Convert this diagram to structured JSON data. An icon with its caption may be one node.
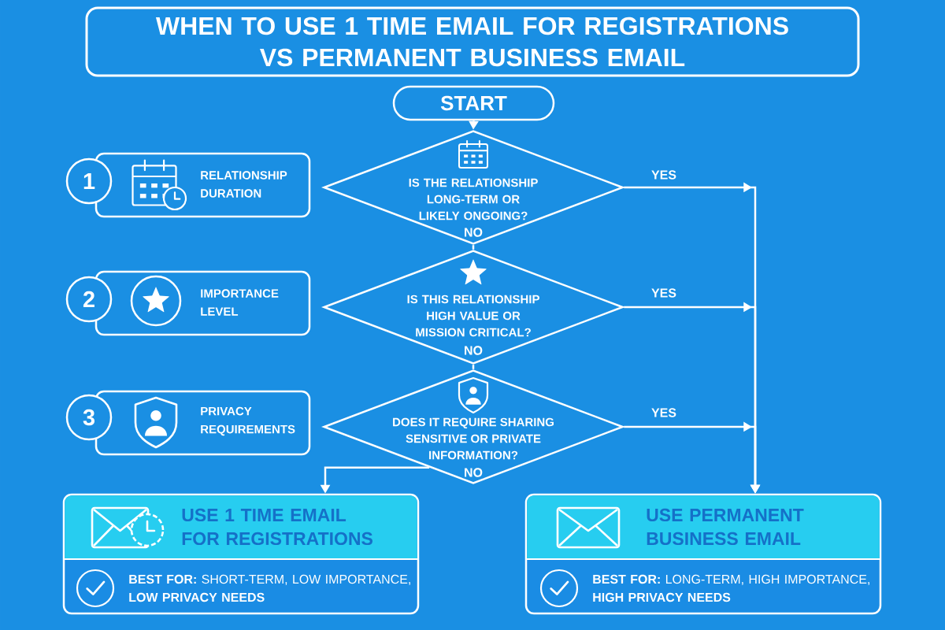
{
  "diagram": {
    "title": "WHEN TO USE 1 TIME EMAIL FOR REGISTRATIONS VS PERMANENT BUSINESS EMAIL",
    "nodes": [
      {
        "text": [
          "START"
        ]
      },
      {
        "text": [
          "1"
        ]
      },
      {
        "text": [
          "RELATIONSHIP DURATION"
        ]
      },
      {
        "text": [
          "IS THE RELATIONSHIP LONG-TERM OR LIKELY ONGOING?"
        ]
      },
      {
        "text": [
          "2"
        ]
      },
      {
        "text": [
          "IMPORTANCE LEVEL"
        ]
      },
      {
        "text": [
          "IS THIS RELATIONSHIP HIGH VALUE OR MISSION CRITICAL?"
        ]
      },
      {
        "text": [
          "3"
        ]
      },
      {
        "text": [
          "PRIVACY REQUIREMENTS"
        ]
      },
      {
        "text": [
          "DOES IT REQUIRE SHARING SENSITIVE OR PRIVATE INFORMATION?"
        ]
      },
      {
        "text": [
          "USE 1 TIME EMAIL FOR REGISTRATIONS",
          "**BEST FOR:** SHORT-TERM, LOW IMPORTANCE, **LOW PRIVACY NEEDS**"
        ]
      },
      {
        "text": [
          "USE PERMANENT BUSINESS EMAIL",
          "**BEST FOR:** LONG-TERM, HIGH IMPORTANCE, **HIGH PRIVACY NEEDS**"
        ]
      }
    ],
    "edges": [
      {
        "from": 0,
        "to": 3,
        "arrow": "to"
      },
      {
        "from": 3,
        "to": 11,
        "arrow": "to",
        "label": "YES"
      },
      {
        "from": 3,
        "to": 6,
        "arrow": "none",
        "label": "NO"
      },
      {
        "from": 6,
        "to": 11,
        "arrow": "to",
        "label": "YES"
      },
      {
        "from": 6,
        "to": 9,
        "arrow": "none",
        "label": "NO"
      },
      {
        "from": 9,
        "to": 11,
        "arrow": "to",
        "label": "YES"
      },
      {
        "from": 9,
        "to": 10,
        "arrow": "to",
        "label": "NO"
      }
    ]
  }
}
